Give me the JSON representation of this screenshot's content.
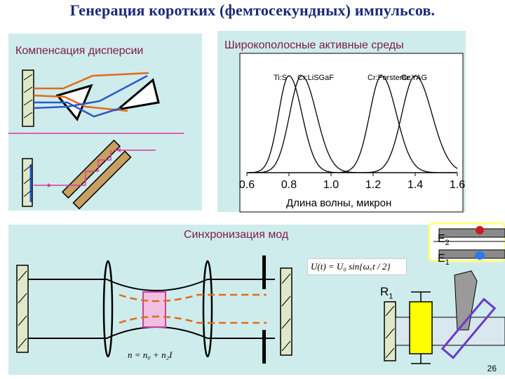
{
  "title": "Генерация коротких (фемтосекундных) импульсов.",
  "dispersion": {
    "label": "Компенсация дисперсии"
  },
  "spectra": {
    "label": "Широкополосные активные среды",
    "xlabel": "Длина волны, микрон",
    "ticks": [
      "0.6",
      "0.8",
      "1.0",
      "1.2",
      "1.4",
      "1.6"
    ],
    "curves": [
      "Ti:S",
      "Cr:LiSGaF",
      "Cr:Forsterite",
      "Cr:YAG"
    ]
  },
  "modelock": {
    "label": "Синхронизация мод",
    "formula_u": "U(t) = U₀ sin{ω꜀t / 2}",
    "formula_n": "n = n₀ + n₂I",
    "e2": "E",
    "e2_sub": "2",
    "e1": "E",
    "e1_sub": "1",
    "r1": "R",
    "r1_sub": "1"
  },
  "page_number": "26",
  "colors": {
    "title": "#1a2a7a",
    "label": "#7a1a4a",
    "panel": "#cfecec",
    "orange": "#e06a1a",
    "blue": "#2a5acc",
    "magenta": "#d43aa4",
    "yellow": "#ffff00"
  },
  "chart_data": {
    "type": "line",
    "title": "",
    "xlabel": "Длина волны, микрон",
    "ylabel": "",
    "xlim": [
      0.6,
      1.6
    ],
    "ylim": [
      0,
      1
    ],
    "series": [
      {
        "name": "Ti:S",
        "peak": 0.8,
        "width": 0.07
      },
      {
        "name": "Cr:LiSGaF",
        "peak": 0.86,
        "width": 0.08
      },
      {
        "name": "Cr:Forsterite",
        "peak": 1.24,
        "width": 0.08
      },
      {
        "name": "Cr:YAG",
        "peak": 1.4,
        "width": 0.09
      }
    ]
  }
}
